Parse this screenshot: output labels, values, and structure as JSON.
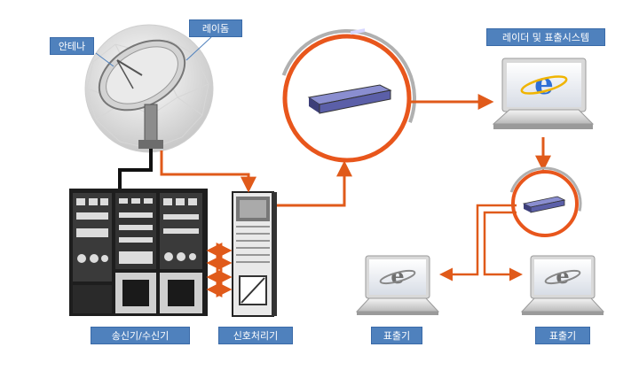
{
  "labels": {
    "antenna": "안테나",
    "radome": "레이돔",
    "radar_display_system": "레이더 및 표출시스템",
    "transceiver": "송신기/수신기",
    "signal_processor": "신호처리기",
    "display_1": "표출기",
    "display_2": "표출기"
  },
  "colors": {
    "arrow": "#e05a1a",
    "label_bg": "#4f81bd",
    "circle_outer": "#e8561c",
    "circle_inner": "#b0b0b0",
    "server_body": "#5b5fa8"
  },
  "icons": {
    "browser_logo": "ie-logo-icon",
    "server": "rack-server-icon",
    "radar_dish": "radar-dish-icon",
    "cabinet": "transceiver-cabinet-icon",
    "tower": "signal-processor-tower-icon"
  }
}
